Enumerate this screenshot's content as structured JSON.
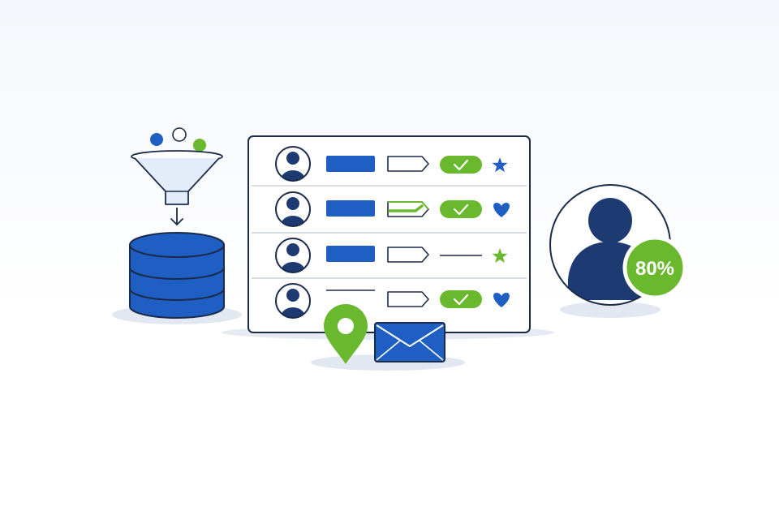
{
  "colors": {
    "navy": "#1e3a72",
    "blue": "#1f5fc4",
    "green": "#6ab82e",
    "outline": "#1b2b4a",
    "funnel_fill": "#e3edf9",
    "shadow": "#e2e8f1",
    "white": "#ffffff"
  },
  "icons": {
    "funnel": "funnel-icon",
    "database": "database-icon",
    "email": "envelope-icon",
    "location": "location-pin-icon"
  },
  "contact_list": {
    "rows": [
      {
        "avatar": "user-avatar-icon",
        "name_field": "filled",
        "tag": "empty",
        "status": "check",
        "marker": "star-blue-icon"
      },
      {
        "avatar": "user-avatar-icon",
        "name_field": "filled",
        "tag": "green",
        "status": "check",
        "marker": "heart-icon"
      },
      {
        "avatar": "user-avatar-icon",
        "name_field": "filled",
        "tag": "empty",
        "status": "line",
        "marker": "star-green-icon"
      },
      {
        "avatar": "user-avatar-icon",
        "name_field": "line",
        "tag": "empty",
        "status": "check",
        "marker": "heart-icon"
      }
    ]
  },
  "profile": {
    "score_label": "80%",
    "score_value": 80
  }
}
